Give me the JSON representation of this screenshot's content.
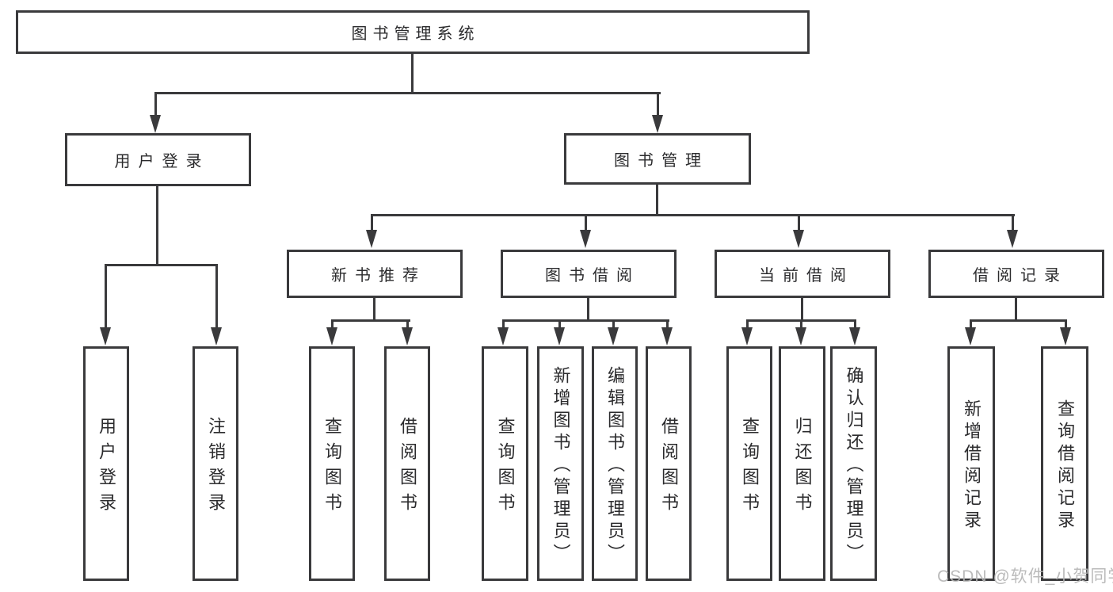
{
  "diagram": {
    "type": "hierarchy",
    "root": {
      "label": "图书管理系统",
      "children": [
        {
          "label": "用户登录",
          "children": [
            {
              "label": "用户登录"
            },
            {
              "label": "注销登录"
            }
          ]
        },
        {
          "label": "图书管理",
          "children": [
            {
              "label": "新书推荐",
              "children": [
                {
                  "label": "查询图书"
                },
                {
                  "label": "借阅图书"
                }
              ]
            },
            {
              "label": "图书借阅",
              "children": [
                {
                  "label": "查询图书"
                },
                {
                  "label": "新增图书（管理员）"
                },
                {
                  "label": "编辑图书（管理员）"
                },
                {
                  "label": "借阅图书"
                }
              ]
            },
            {
              "label": "当前借阅",
              "children": [
                {
                  "label": "查询图书"
                },
                {
                  "label": "归还图书"
                },
                {
                  "label": "确认归还（管理员）"
                }
              ]
            },
            {
              "label": "借阅记录",
              "children": [
                {
                  "label": "新增借阅记录"
                },
                {
                  "label": "查询借阅记录"
                }
              ]
            }
          ]
        }
      ]
    }
  },
  "watermark": {
    "text": "CSDN @软件_小贺同学"
  },
  "colors": {
    "line": "#3a3a3c",
    "text": "#2b2b2d",
    "watermark": "#b4b4b4",
    "background": "#ffffff"
  }
}
